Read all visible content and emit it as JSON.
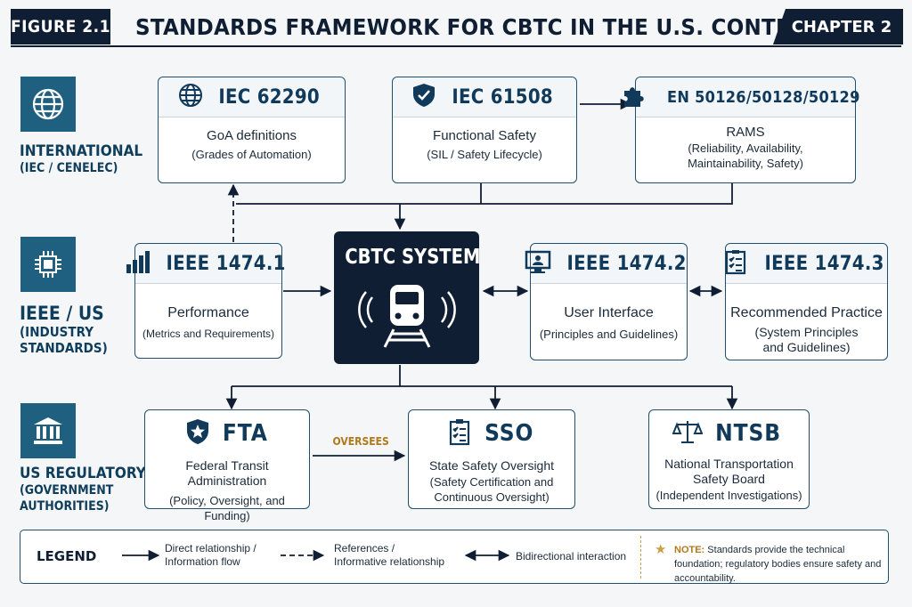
{
  "header": {
    "figure": "FIGURE 2.1",
    "title": "STANDARDS FRAMEWORK FOR CBTC IN THE U.S. CONTEXT",
    "chapter": "CHAPTER 2"
  },
  "categories": {
    "international": {
      "label": "INTERNATIONAL",
      "sub": "(IEC / CENELEC)"
    },
    "ieee": {
      "label": "IEEE / US",
      "sub1": "(INDUSTRY",
      "sub2": "STANDARDS)"
    },
    "regulatory": {
      "label": "US REGULATORY",
      "sub1": "(GOVERNMENT",
      "sub2": "AUTHORITIES)"
    }
  },
  "boxes": {
    "iec62290": {
      "title": "IEC 62290",
      "desc1": "GoA definitions",
      "desc2": "(Grades of Automation)"
    },
    "iec61508": {
      "title": "IEC 61508",
      "desc1": "Functional Safety",
      "desc2": "(SIL / Safety Lifecycle)"
    },
    "en50126": {
      "title": "EN 50126/50128/50129",
      "desc1": "RAMS",
      "desc2a": "(Reliability, Availability,",
      "desc2b": "Maintainability, Safety)"
    },
    "ieee14741": {
      "title": "IEEE 1474.1",
      "desc1": "Performance",
      "desc2": "(Metrics and Requirements)"
    },
    "cbtc": {
      "title": "CBTC SYSTEM"
    },
    "ieee14742": {
      "title": "IEEE 1474.2",
      "desc1": "User Interface",
      "desc2": "(Principles and Guidelines)"
    },
    "ieee14743": {
      "title": "IEEE 1474.3",
      "desc1": "Recommended Practice",
      "desc2a": "(System Principles",
      "desc2b": "and Guidelines)"
    },
    "fta": {
      "title": "FTA",
      "desc1": "Federal Transit Administration",
      "desc2": "(Policy, Oversight, and Funding)"
    },
    "sso": {
      "title": "SSO",
      "desc1": "State Safety Oversight",
      "desc2a": "(Safety Certification and",
      "desc2b": "Continuous Oversight)"
    },
    "ntsb": {
      "title": "NTSB",
      "desc1a": "National Transportation",
      "desc1b": "Safety Board",
      "desc2": "(Independent Investigations)"
    }
  },
  "edge_label": "OVERSEES",
  "legend": {
    "title": "LEGEND",
    "direct_a": "Direct relationship /",
    "direct_b": "Information flow",
    "ref_a": "References /",
    "ref_b": "Informative relationship",
    "bidir": "Bidirectional interaction",
    "note_label": "NOTE:",
    "note_text": "Standards provide the technical foundation; regulatory bodies ensure safety and accountability."
  },
  "colors": {
    "navy": "#0f1e33",
    "teal": "#1f5f7f",
    "accent": "#b07a1c"
  }
}
